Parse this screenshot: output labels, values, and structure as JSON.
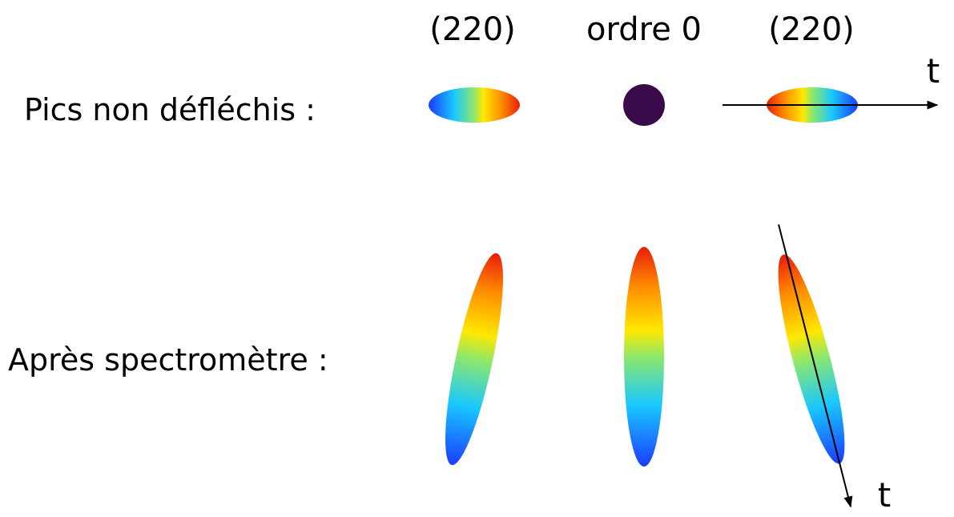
{
  "columns": {
    "left": "(220)",
    "center": "ordre 0",
    "right": "(220)"
  },
  "rows": {
    "top": "Pics non défléchis :",
    "bottom": "Après spectromètre :"
  },
  "axes": {
    "top_axis_label": "t",
    "bottom_axis_label": "t"
  },
  "colors": {
    "order0_dot": "#3b0a4a",
    "jet_blue": "#1a3cff",
    "jet_cyan": "#19c8ff",
    "jet_green": "#8ee86a",
    "jet_yellow": "#ffe800",
    "jet_orange": "#ff8c00",
    "jet_red": "#e81c0c",
    "arrow": "#000000"
  }
}
